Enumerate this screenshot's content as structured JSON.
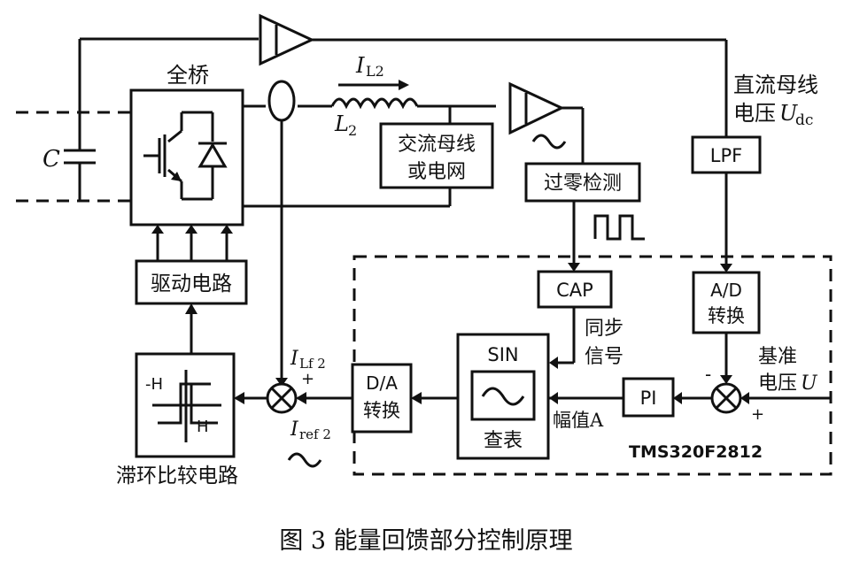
{
  "diagram": {
    "blocks": {
      "full_bridge": "全桥",
      "ac_bus": [
        "交流母线",
        "或电网"
      ],
      "zero_cross": "过零检测",
      "lpf": "LPF",
      "drive": "驱动电路",
      "cap": "CAP",
      "ad": [
        "A/D",
        "转换"
      ],
      "sin_title": "SIN",
      "sin_sub": "查表",
      "da": [
        "D/A",
        "转换"
      ],
      "pi": "PI",
      "hysteresis_neg": "-H",
      "hysteresis_pos": "H",
      "hysteresis_name": "滞环比较电路"
    },
    "labels": {
      "capacitor": "C",
      "inductor_current": "I",
      "inductor_current_sub": "L2",
      "inductor": "L",
      "inductor_sub": "2",
      "dc_bus_line1": "直流母线",
      "dc_bus_line2": "电压",
      "dc_bus_sym": "U",
      "dc_bus_sub": "dc",
      "sync_line1": "同步",
      "sync_line2": "信号",
      "amplitude": "幅值A",
      "ref_line1": "基准",
      "ref_line2": "电压",
      "ref_sym": "U",
      "ilf": "I",
      "ilf_sub": "Lf 2",
      "iref": "I",
      "iref_sub": "ref 2",
      "plus": "+",
      "minus": "-",
      "dsp": "TMS320F2812"
    },
    "caption": "图 3  能量回馈部分控制原理"
  }
}
